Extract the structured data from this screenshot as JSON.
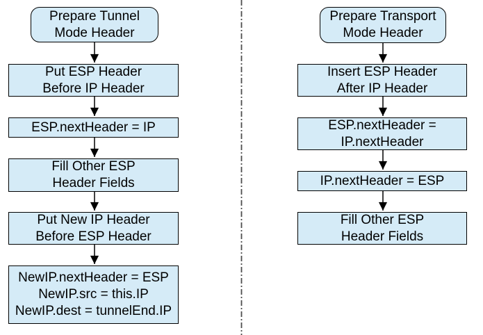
{
  "colors": {
    "box_fill": "#d5ebf7",
    "box_border": "#000000",
    "arrow": "#000000",
    "divider": "#4d4d4d",
    "background": "#ffffff"
  },
  "left_flow": {
    "boxes": [
      {
        "shape": "rounded",
        "label": "Prepare Tunnel\nMode Header"
      },
      {
        "shape": "rect",
        "label": "Put ESP Header\nBefore IP Header"
      },
      {
        "shape": "rect",
        "label": "ESP.nextHeader = IP"
      },
      {
        "shape": "rect",
        "label": "Fill Other ESP\nHeader Fields"
      },
      {
        "shape": "rect",
        "label": "Put New IP Header\nBefore ESP Header"
      },
      {
        "shape": "rect",
        "label": "NewIP.nextHeader = ESP\nNewIP.src = this.IP\nNewIP.dest = tunnelEnd.IP"
      }
    ]
  },
  "right_flow": {
    "boxes": [
      {
        "shape": "rounded",
        "label": "Prepare Transport\nMode Header"
      },
      {
        "shape": "rect",
        "label": "Insert ESP Header\nAfter IP Header"
      },
      {
        "shape": "rect",
        "label": "ESP.nextHeader =\nIP.nextHeader"
      },
      {
        "shape": "rect",
        "label": "IP.nextHeader = ESP"
      },
      {
        "shape": "rect",
        "label": "Fill Other ESP\nHeader Fields"
      }
    ]
  }
}
